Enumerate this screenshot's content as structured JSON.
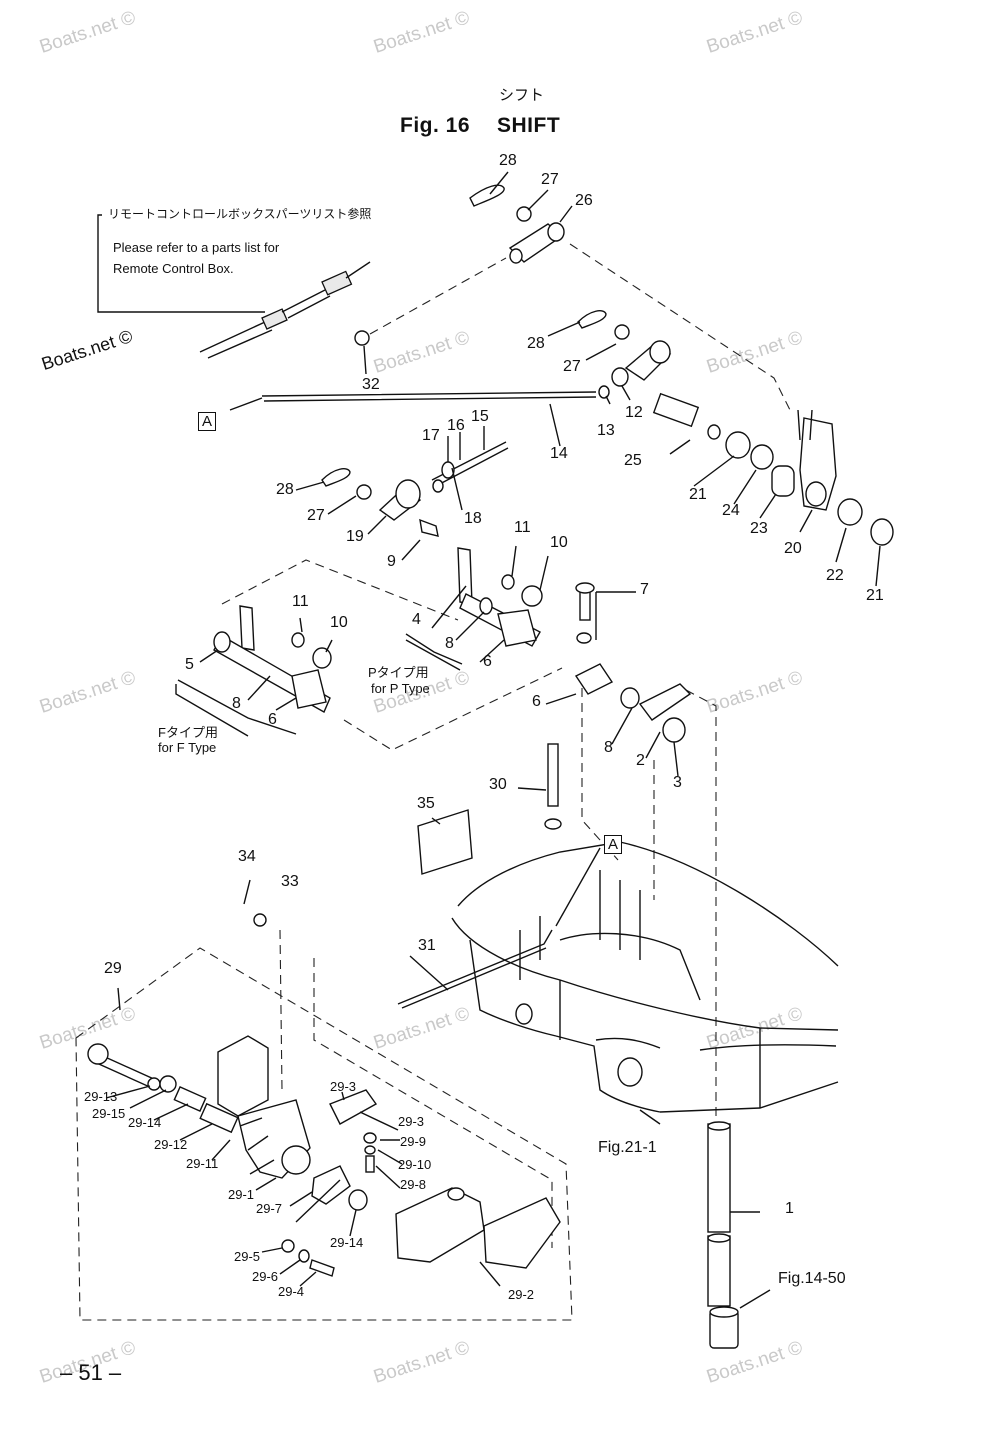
{
  "title": {
    "jp": "シフト",
    "fig": "Fig. 16",
    "name": "SHIFT"
  },
  "note": {
    "jp": "リモートコントロールボックスパーツリスト参照",
    "line1": "Please refer to a parts list for",
    "line2": "Remote Control Box."
  },
  "ref_box_label": "A",
  "type_labels": {
    "p_jp": "Pタイプ用",
    "p_en": "for P Type",
    "f_jp": "Fタイプ用",
    "f_en": "for F Type"
  },
  "fig_refs": {
    "fig21": "Fig.21-1",
    "fig14": "Fig.14-50"
  },
  "callouts": {
    "c28a": "28",
    "c27a": "27",
    "c26": "26",
    "c28b": "28",
    "c27b": "27",
    "c12": "12",
    "c13": "13",
    "c25": "25",
    "c32": "32",
    "c17": "17",
    "c16": "16",
    "c15": "15",
    "c14": "14",
    "c28c": "28",
    "c27c": "27",
    "c19": "19",
    "c18": "18",
    "c21a": "21",
    "c24": "24",
    "c23": "23",
    "c20": "20",
    "c22": "22",
    "c21b": "21",
    "c9": "9",
    "c11a": "11",
    "c10a": "10",
    "c7": "7",
    "c4": "4",
    "c8a": "8",
    "c6a": "6",
    "c11b": "11",
    "c10b": "10",
    "c5": "5",
    "c8b": "8",
    "c6b": "6",
    "c6c": "6",
    "c8c": "8",
    "c2": "2",
    "c3": "3",
    "c30": "30",
    "c35": "35",
    "c34": "34",
    "c33": "33",
    "c29": "29",
    "c31": "31",
    "c1": "1",
    "s29_13": "29-13",
    "s29_15": "29-15",
    "s29_14a": "29-14",
    "s29_12": "29-12",
    "s29_11": "29-11",
    "s29_1": "29-1",
    "s29_7": "29-7",
    "s29_5": "29-5",
    "s29_6": "29-6",
    "s29_4": "29-4",
    "s29_3a": "29-3",
    "s29_3b": "29-3",
    "s29_9": "29-9",
    "s29_10": "29-10",
    "s29_8": "29-8",
    "s29_14b": "29-14",
    "s29_2": "29-2"
  },
  "watermarks": [
    "Boats.net ©"
  ],
  "page_number": "– 51 –"
}
